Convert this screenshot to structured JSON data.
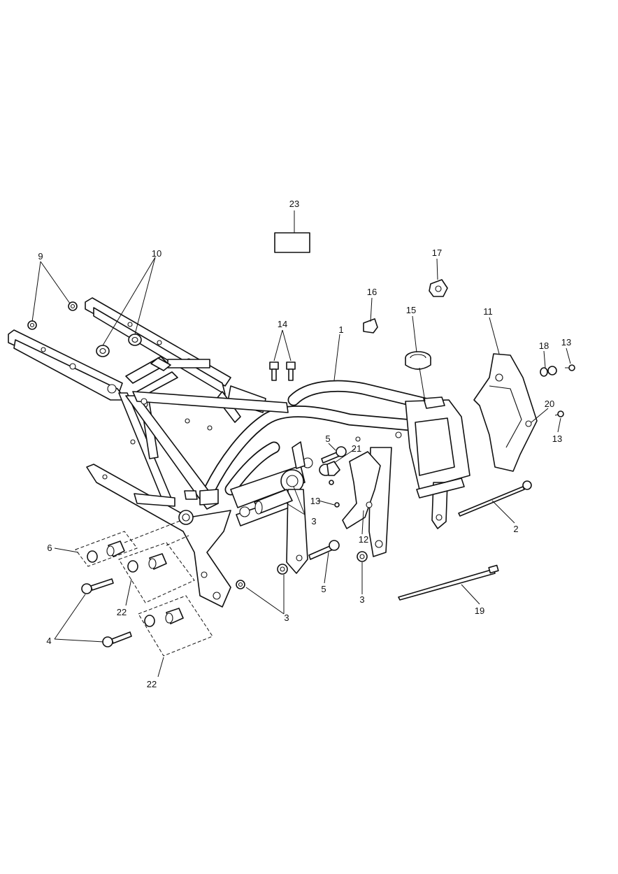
{
  "callouts": [
    {
      "id": "c23",
      "text": "23"
    },
    {
      "id": "c9",
      "text": "9"
    },
    {
      "id": "c10",
      "text": "10"
    },
    {
      "id": "c17",
      "text": "17"
    },
    {
      "id": "c16",
      "text": "16"
    },
    {
      "id": "c15",
      "text": "15"
    },
    {
      "id": "c11",
      "text": "11"
    },
    {
      "id": "c14",
      "text": "14"
    },
    {
      "id": "c1",
      "text": "1"
    },
    {
      "id": "c18",
      "text": "18"
    },
    {
      "id": "c13a",
      "text": "13"
    },
    {
      "id": "c20",
      "text": "20"
    },
    {
      "id": "c13b",
      "text": "13"
    },
    {
      "id": "c5a",
      "text": "5"
    },
    {
      "id": "c21",
      "text": "21"
    },
    {
      "id": "c13c",
      "text": "13"
    },
    {
      "id": "c3a",
      "text": "3"
    },
    {
      "id": "c2",
      "text": "2"
    },
    {
      "id": "c12",
      "text": "12"
    },
    {
      "id": "c6",
      "text": "6"
    },
    {
      "id": "c5b",
      "text": "5"
    },
    {
      "id": "c3b",
      "text": "3"
    },
    {
      "id": "c19",
      "text": "19"
    },
    {
      "id": "c22a",
      "text": "22"
    },
    {
      "id": "c3c",
      "text": "3"
    },
    {
      "id": "c4",
      "text": "4"
    },
    {
      "id": "c22b",
      "text": "22"
    }
  ]
}
